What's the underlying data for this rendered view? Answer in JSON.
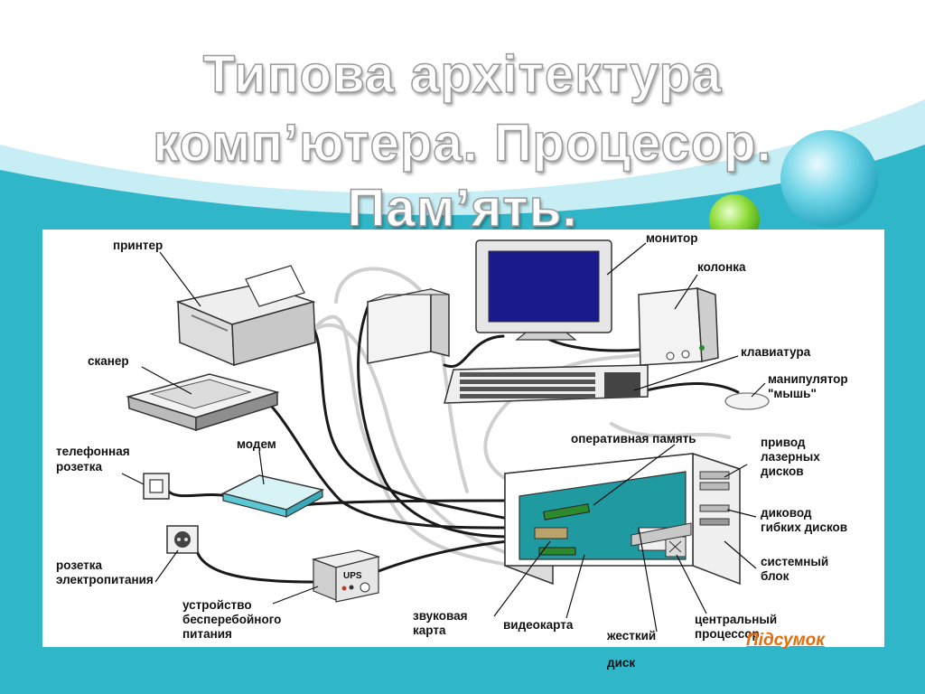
{
  "slide": {
    "title_line1": "Типова архітектура",
    "title_line2": "комп’ютера. Процесор.",
    "title_line3": "Пам’ять.",
    "summary_link": "Підсумок"
  },
  "labels": {
    "printer": "принтер",
    "monitor": "монитор",
    "speaker": "колонка",
    "scanner": "сканер",
    "keyboard": "клавиатура",
    "mouse_1": "манипулятор",
    "mouse_2": "\"мышь\"",
    "phone_socket_1": "телефонная",
    "phone_socket_2": "розетка",
    "modem": "модем",
    "ram": "оперативная память",
    "cd_drive_1": "привод",
    "cd_drive_2": "лазерных",
    "cd_drive_3": "дисков",
    "floppy_1": "диковод",
    "floppy_2": "гибких дисков",
    "system_unit_1": "системный",
    "system_unit_2": "блок",
    "power_socket_1": "розетка",
    "power_socket_2": "электропитания",
    "ups_device_1": "устройство",
    "ups_device_2": "бесперебойного",
    "ups_device_3": "питания",
    "ups_badge": "UPS",
    "sound_card_1": "звуковая",
    "sound_card_2": "карта",
    "video_card": "видеокарта",
    "hdd_1": "жесткий",
    "hdd_2": "диск",
    "cpu_1": "центральный",
    "cpu_2": "процессор"
  },
  "colors": {
    "teal_dark": "#2fb6c8",
    "teal_light": "#a9e3ec",
    "board": "#1e9aa0",
    "summary": "#e36c0a"
  }
}
